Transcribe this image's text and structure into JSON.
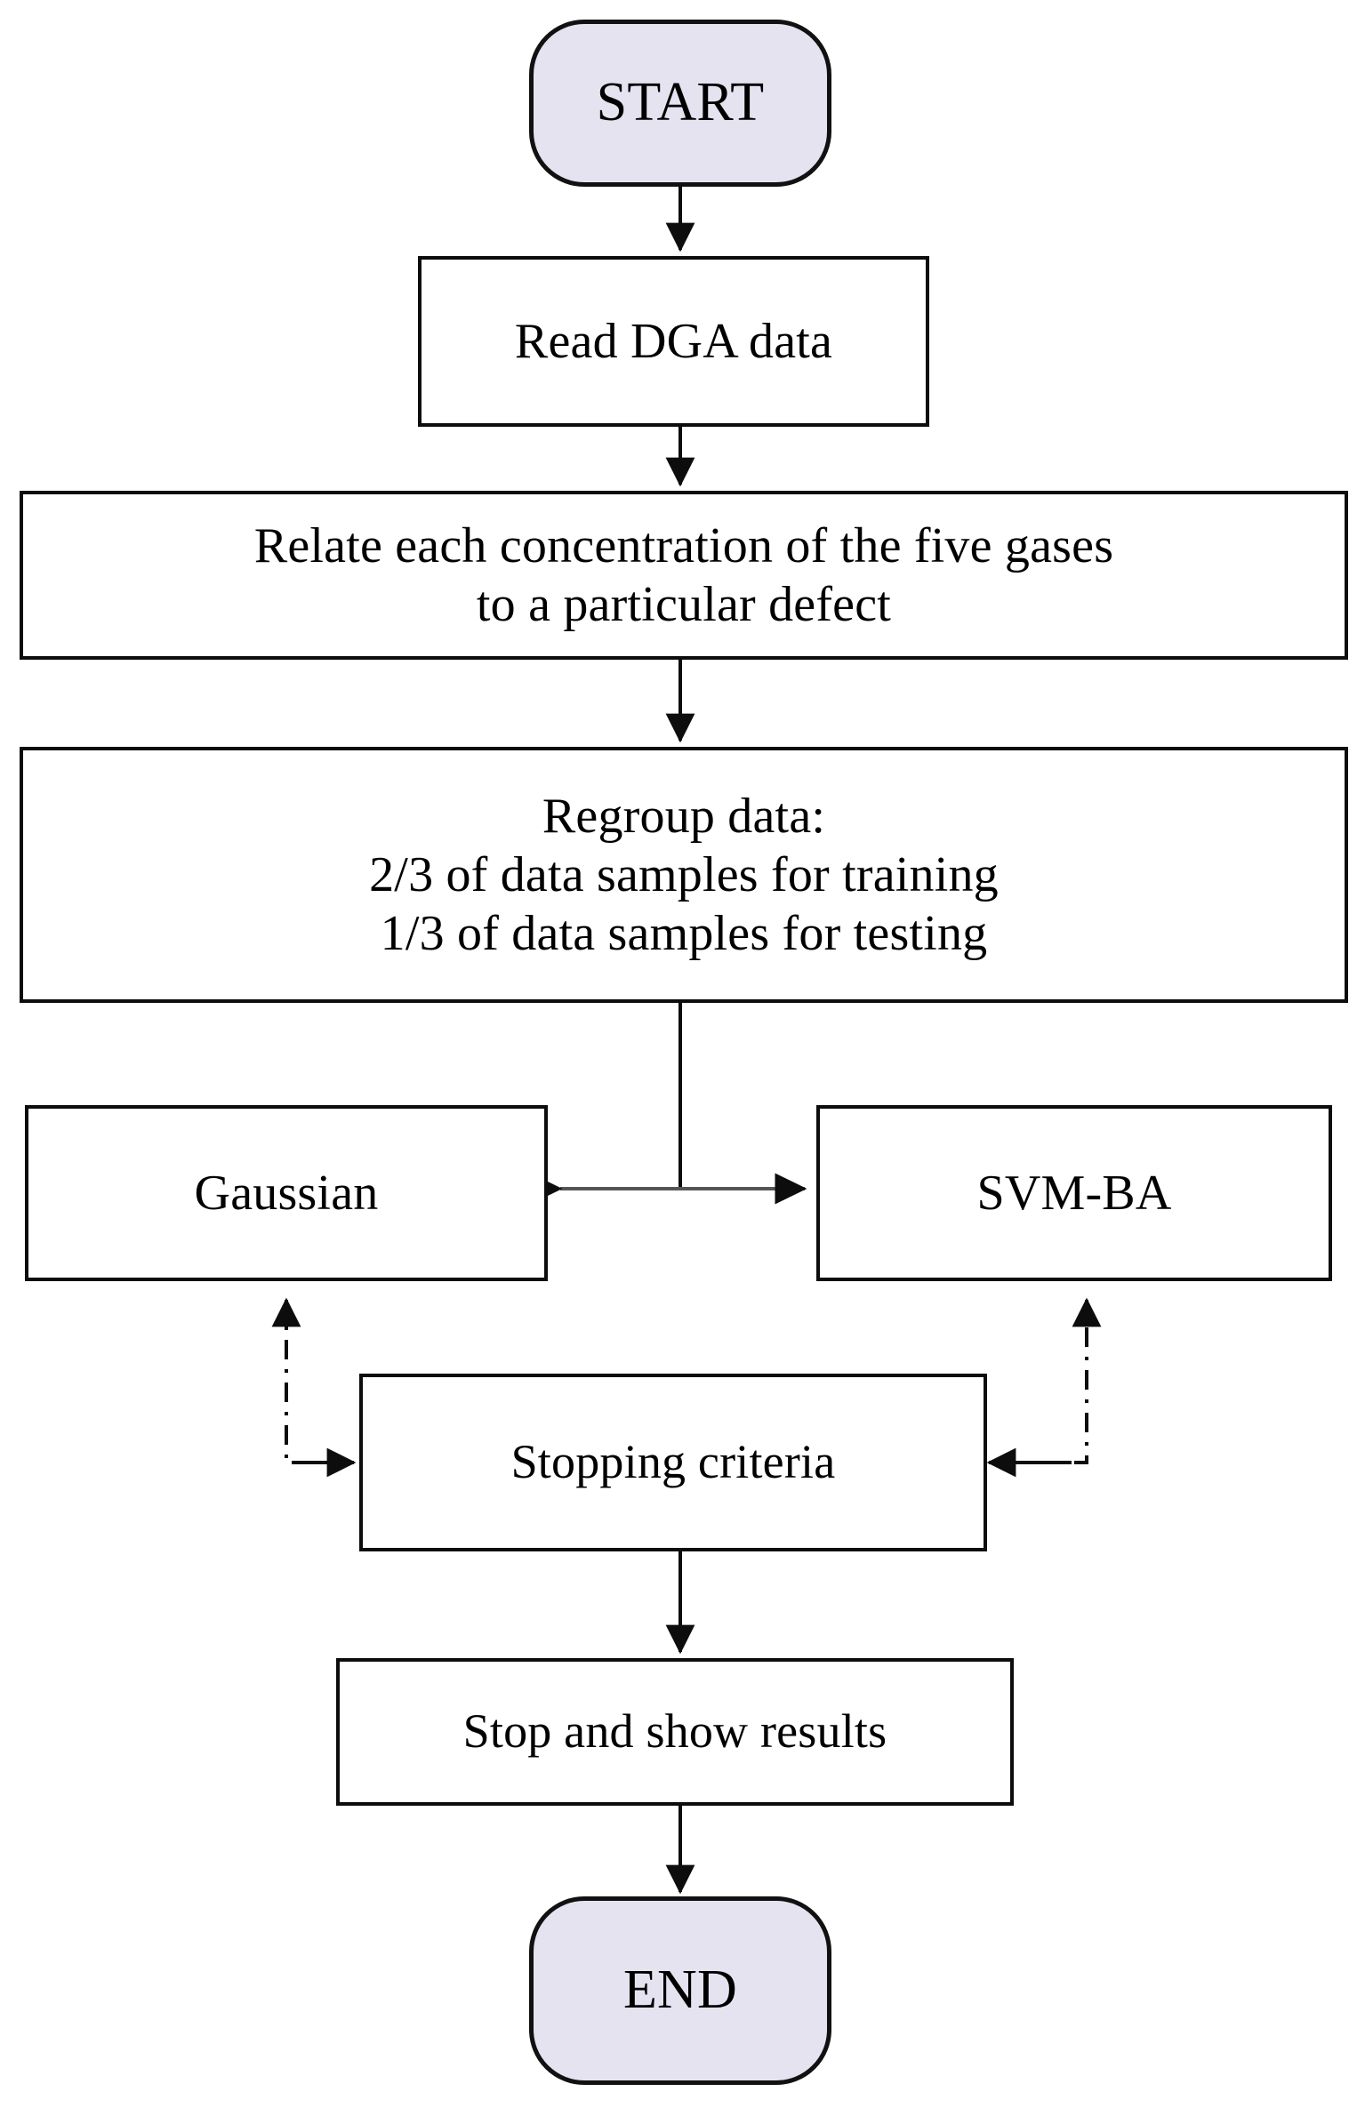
{
  "diagram": {
    "title": "DGA SVM-BA transformer fault diagnosis flowchart",
    "type": "flowchart",
    "palette": {
      "terminator_fill": "#e4e3ef",
      "process_fill": "#ffffff",
      "stroke": "#0d0d0d",
      "background": "#ffffff"
    },
    "nodes": [
      {
        "id": "start",
        "shape": "terminator",
        "label": "START"
      },
      {
        "id": "read",
        "shape": "process",
        "label": "Read DGA data"
      },
      {
        "id": "relate",
        "shape": "process",
        "label": "Relate each concentration of the five gases\nto a particular defect"
      },
      {
        "id": "regroup",
        "shape": "process",
        "label": "Regroup data:\n2/3 of data samples for training\n1/3 of data samples for testing"
      },
      {
        "id": "gaussian",
        "shape": "process",
        "label": "Gaussian"
      },
      {
        "id": "svmba",
        "shape": "process",
        "label": "SVM-BA"
      },
      {
        "id": "stopcrit",
        "shape": "process",
        "label": "Stopping criteria"
      },
      {
        "id": "results",
        "shape": "process",
        "label": "Stop and show results"
      },
      {
        "id": "end",
        "shape": "terminator",
        "label": "END"
      }
    ],
    "edges": [
      {
        "from": "start",
        "to": "read",
        "style": "solid",
        "arrow": "end"
      },
      {
        "from": "read",
        "to": "relate",
        "style": "solid",
        "arrow": "end"
      },
      {
        "from": "relate",
        "to": "regroup",
        "style": "solid",
        "arrow": "end"
      },
      {
        "from": "regroup",
        "to": "gaussian",
        "style": "solid",
        "arrow": "both"
      },
      {
        "from": "regroup",
        "to": "svmba",
        "style": "solid",
        "arrow": "both"
      },
      {
        "from": "stopcrit",
        "to": "gaussian",
        "style": "dash-dot",
        "arrow": "both"
      },
      {
        "from": "stopcrit",
        "to": "svmba",
        "style": "dash-dot",
        "arrow": "both"
      },
      {
        "from": "stopcrit",
        "to": "results",
        "style": "solid",
        "arrow": "end"
      },
      {
        "from": "results",
        "to": "end",
        "style": "solid",
        "arrow": "end"
      }
    ]
  }
}
